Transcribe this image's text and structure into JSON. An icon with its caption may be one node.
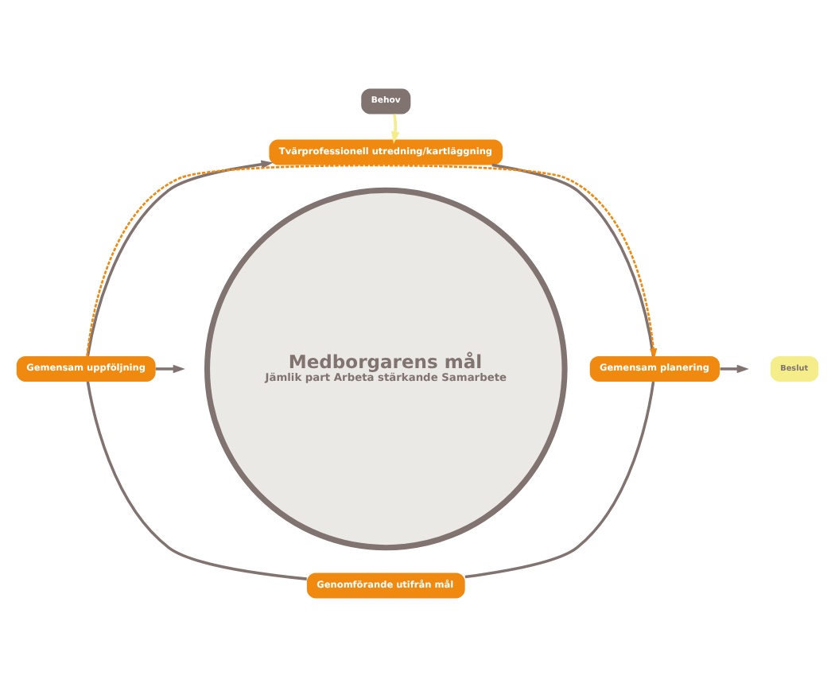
{
  "diagram": {
    "nodes": [
      {
        "text": [
          "Behov"
        ]
      },
      {
        "text": [
          "Tvärprofessionell utredning/kartläggning"
        ]
      },
      {
        "text": [
          "Medborgarens mål",
          "Jämlik part Arbeta stärkande Samarbete"
        ]
      },
      {
        "text": [
          "Gemensam planering"
        ]
      },
      {
        "text": [
          "Beslut"
        ]
      },
      {
        "text": [
          "Genomförande utifrån mål"
        ]
      },
      {
        "text": [
          "Gemensam uppföljning"
        ]
      }
    ],
    "edges": [
      {
        "from": 0,
        "to": 1,
        "arrow": "to",
        "color": "#f5ec8a"
      },
      {
        "from": 1,
        "to": 3,
        "arrow": "none"
      },
      {
        "from": 3,
        "to": null,
        "arrow": "to"
      },
      {
        "from": 3,
        "to": 5,
        "arrow": "none"
      },
      {
        "from": 5,
        "to": 6,
        "arrow": "none"
      },
      {
        "from": 6,
        "to": 1,
        "arrow": "to"
      },
      {
        "from": 6,
        "to": null,
        "arrow": "to"
      },
      {
        "from": 6,
        "to": 3,
        "arrow": "to",
        "style": "dashed",
        "color": "#f0890f"
      }
    ]
  }
}
